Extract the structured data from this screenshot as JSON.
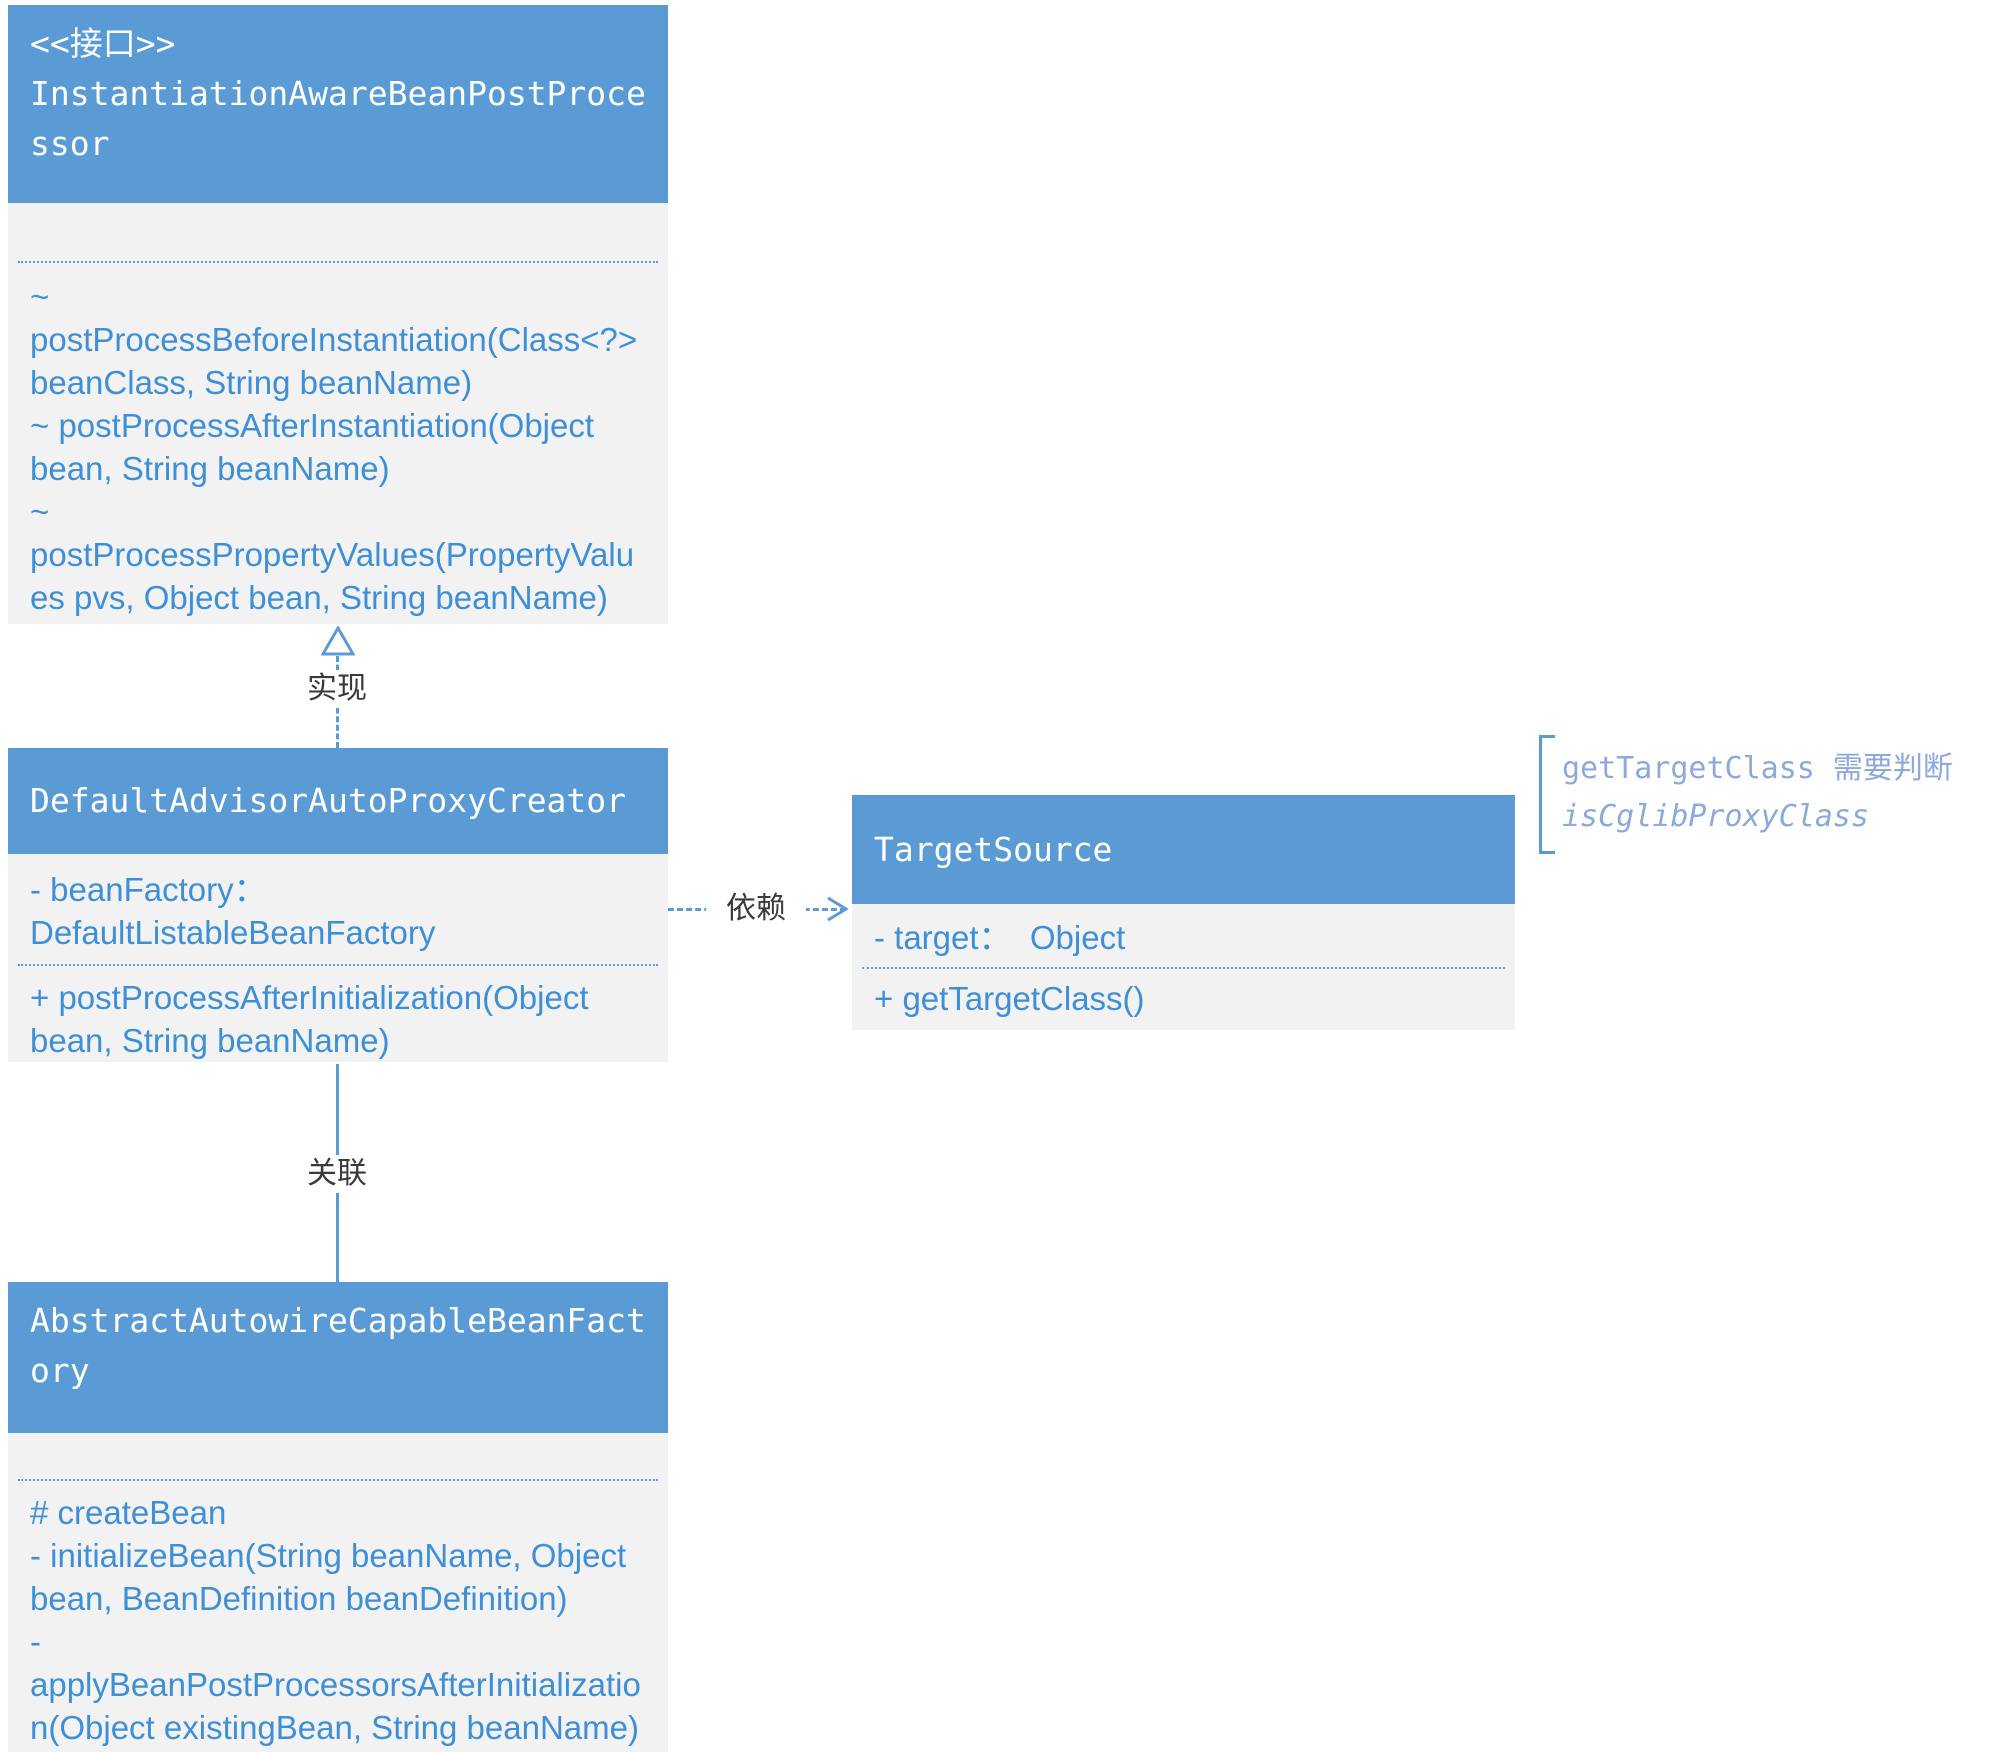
{
  "colors": {
    "headerBg": "#5B9BD5",
    "headerText": "#FFFFFF",
    "bodyBg": "#F2F2F2",
    "memberText": "#3E8FD6",
    "line": "#5B9BD5",
    "labelText": "#3A3A3A",
    "annotationText": "#8FA8DB"
  },
  "classes": {
    "interface_class": {
      "stereotype": "<<接口>>",
      "name": "InstantiationAwareBeanPostProcessor",
      "methods": [
        "~\npostProcessBeforeInstantiation(Class<?>\nbeanClass, String beanName)",
        "~ postProcessAfterInstantiation(Object\nbean, String beanName)",
        "~\npostProcessPropertyValues(PropertyValu\nes pvs, Object bean, String beanName)"
      ]
    },
    "proxy_creator": {
      "name": "DefaultAdvisorAutoProxyCreator",
      "attributes": [
        "- beanFactory：\nDefaultListableBeanFactory"
      ],
      "methods": [
        "+ postProcessAfterInitialization(Object\nbean, String beanName)"
      ]
    },
    "target_source": {
      "name": "TargetSource",
      "attributes": [
        "- target：  Object"
      ],
      "methods": [
        "+ getTargetClass()"
      ]
    },
    "bean_factory": {
      "name": "AbstractAutowireCapableBeanFactory",
      "methods": [
        "# createBean",
        "- initializeBean(String beanName, Object\nbean, BeanDefinition beanDefinition)",
        "-\napplyBeanPostProcessorsAfterInitializatio\nn(Object existingBean, String beanName)"
      ]
    }
  },
  "edges": {
    "realization_label": "实现",
    "association_label": "关联",
    "dependency_label": "依赖"
  },
  "annotation": {
    "line1": "getTargetClass 需要判断",
    "line2": "isCglibProxyClass"
  }
}
